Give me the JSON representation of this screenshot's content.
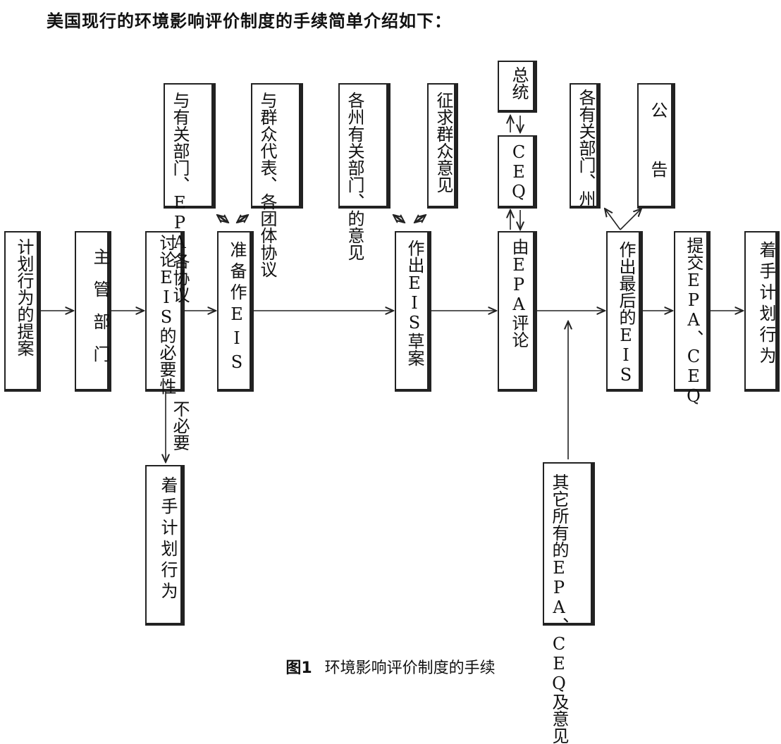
{
  "heading": "美国现行的环境影响评价制度的手续简单介绍如下：",
  "caption": {
    "number": "图1",
    "text": "环境影响评价制度的手续"
  },
  "boxes": {
    "planned_action": "计划行为的提案",
    "agency": "主管部门",
    "discuss_eis": "讨论EIS的必要性",
    "prepare_eis": "准备作EIS",
    "consult_epa": "与有关部门、EPA各协议",
    "consult_public": "与群众代表、各团体协议",
    "draft_eis": "作出EIS草案",
    "state_opinion": "各州有关部门、的意见",
    "public_opinion": "征求群众意见",
    "president": "总统",
    "ceq": "CEQ",
    "epa_review": "由EPA评论",
    "final_eis": "作出最后的EIS",
    "state_depts": "各有关部门、州",
    "announce": "公告",
    "submit": "提交EPA、CEQ",
    "start_action": "着手计划行为",
    "start_action_direct": "着手计划行为",
    "other_opinions": "其它所有的EPA、CEQ及意见"
  },
  "labels": {
    "not_needed": "不必要"
  }
}
